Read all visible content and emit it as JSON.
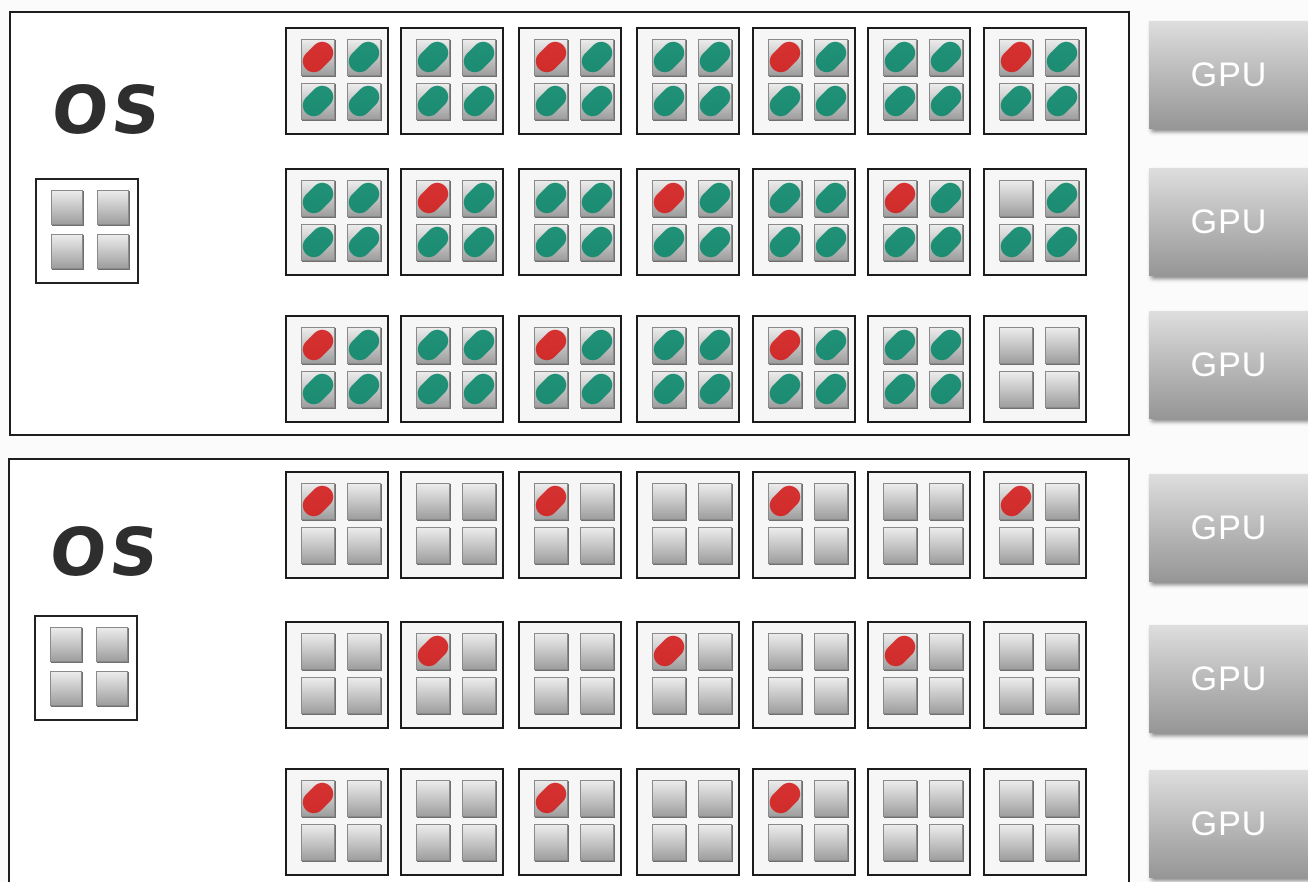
{
  "gpu_label": "GPU",
  "panels": [
    {
      "os_label": "OS",
      "rows": [
        [
          [
            "R",
            "T",
            "T",
            "T"
          ],
          [
            "T",
            "T",
            "T",
            "T"
          ],
          [
            "R",
            "T",
            "T",
            "T"
          ],
          [
            "T",
            "T",
            "T",
            "T"
          ],
          [
            "R",
            "T",
            "T",
            "T"
          ],
          [
            "T",
            "T",
            "T",
            "T"
          ],
          [
            "R",
            "T",
            "T",
            "T"
          ]
        ],
        [
          [
            "T",
            "T",
            "T",
            "T"
          ],
          [
            "R",
            "T",
            "T",
            "T"
          ],
          [
            "T",
            "T",
            "T",
            "T"
          ],
          [
            "R",
            "T",
            "T",
            "T"
          ],
          [
            "T",
            "T",
            "T",
            "T"
          ],
          [
            "R",
            "T",
            "T",
            "T"
          ],
          [
            "-",
            "T",
            "T",
            "T"
          ]
        ],
        [
          [
            "R",
            "T",
            "T",
            "T"
          ],
          [
            "T",
            "T",
            "T",
            "T"
          ],
          [
            "R",
            "T",
            "T",
            "T"
          ],
          [
            "T",
            "T",
            "T",
            "T"
          ],
          [
            "R",
            "T",
            "T",
            "T"
          ],
          [
            "T",
            "T",
            "T",
            "T"
          ],
          [
            "-",
            "-",
            "-",
            "-"
          ]
        ]
      ]
    },
    {
      "os_label": "OS",
      "rows": [
        [
          [
            "R",
            "-",
            "-",
            "-"
          ],
          [
            "-",
            "-",
            "-",
            "-"
          ],
          [
            "R",
            "-",
            "-",
            "-"
          ],
          [
            "-",
            "-",
            "-",
            "-"
          ],
          [
            "R",
            "-",
            "-",
            "-"
          ],
          [
            "-",
            "-",
            "-",
            "-"
          ],
          [
            "R",
            "-",
            "-",
            "-"
          ]
        ],
        [
          [
            "-",
            "-",
            "-",
            "-"
          ],
          [
            "R",
            "-",
            "-",
            "-"
          ],
          [
            "-",
            "-",
            "-",
            "-"
          ],
          [
            "R",
            "-",
            "-",
            "-"
          ],
          [
            "-",
            "-",
            "-",
            "-"
          ],
          [
            "R",
            "-",
            "-",
            "-"
          ],
          [
            "-",
            "-",
            "-",
            "-"
          ]
        ],
        [
          [
            "R",
            "-",
            "-",
            "-"
          ],
          [
            "-",
            "-",
            "-",
            "-"
          ],
          [
            "R",
            "-",
            "-",
            "-"
          ],
          [
            "-",
            "-",
            "-",
            "-"
          ],
          [
            "R",
            "-",
            "-",
            "-"
          ],
          [
            "-",
            "-",
            "-",
            "-"
          ],
          [
            "-",
            "-",
            "-",
            "-"
          ]
        ]
      ]
    }
  ],
  "gpus": [
    "GPU",
    "GPU",
    "GPU",
    "GPU",
    "GPU",
    "GPU"
  ],
  "colors": {
    "used_core": "#0f8a6c",
    "reserved_core": "#d42222",
    "idle_core": "#c2c2c2"
  }
}
